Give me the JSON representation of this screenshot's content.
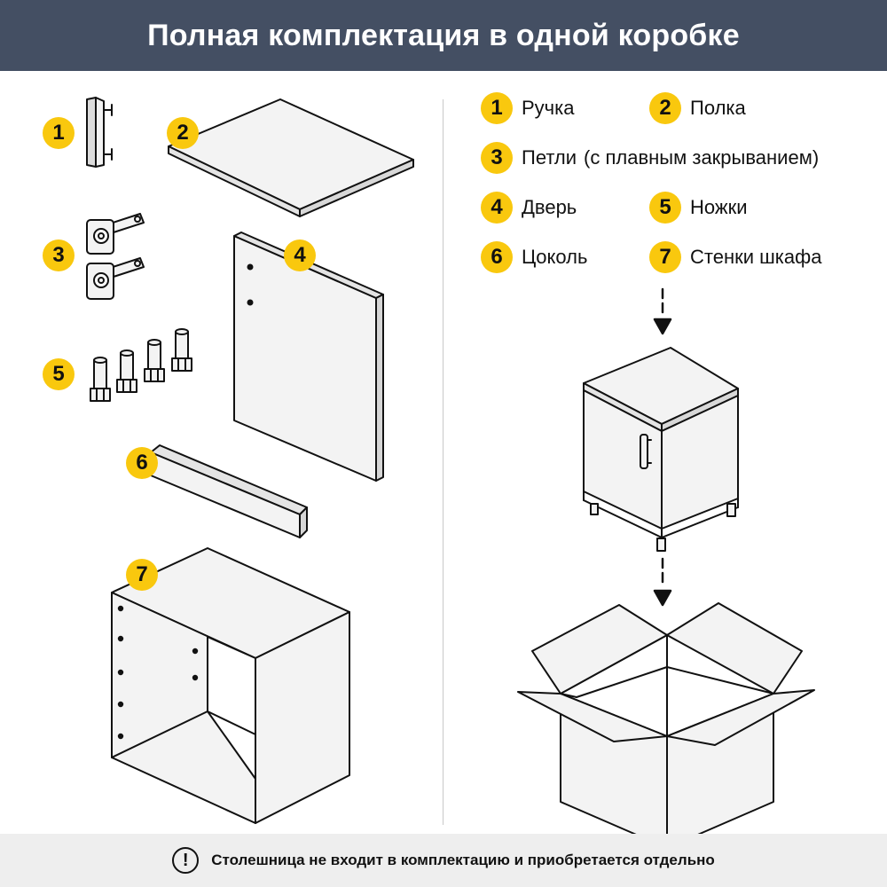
{
  "header": {
    "title": "Полная комплектация в одной коробке"
  },
  "parts": [
    {
      "num": "1",
      "label": "Ручка",
      "note": ""
    },
    {
      "num": "2",
      "label": "Полка",
      "note": ""
    },
    {
      "num": "3",
      "label": "Петли",
      "note": "(с плавным закрыванием)"
    },
    {
      "num": "4",
      "label": "Дверь",
      "note": ""
    },
    {
      "num": "5",
      "label": "Ножки",
      "note": ""
    },
    {
      "num": "6",
      "label": "Цоколь",
      "note": ""
    },
    {
      "num": "7",
      "label": "Стенки шкафа",
      "note": ""
    }
  ],
  "footer": {
    "icon": "exclamation-icon",
    "icon_glyph": "!",
    "text": "Столешница не входит в комплектацию и приобретается отдельно"
  },
  "colors": {
    "header_bg": "#444f63",
    "badge": "#f9c80e",
    "panel_fill": "#f3f3f3",
    "outline": "#111111",
    "footer_bg": "#eeeeee"
  }
}
